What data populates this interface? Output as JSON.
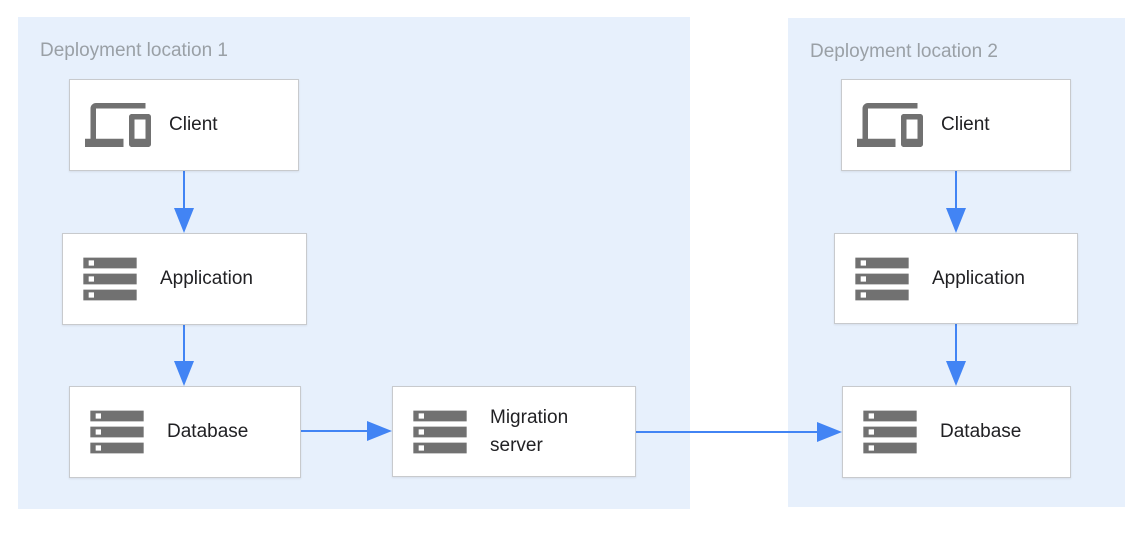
{
  "regions": {
    "r1": {
      "label": "Deployment location 1"
    },
    "r2": {
      "label": "Deployment location 2"
    }
  },
  "nodes": {
    "client1": {
      "label": "Client",
      "icon": "devices-icon"
    },
    "app1": {
      "label": "Application",
      "icon": "storage-icon"
    },
    "db1": {
      "label": "Database",
      "icon": "storage-icon"
    },
    "migration": {
      "label": "Migration server",
      "icon": "storage-icon"
    },
    "client2": {
      "label": "Client",
      "icon": "devices-icon"
    },
    "app2": {
      "label": "Application",
      "icon": "storage-icon"
    },
    "db2": {
      "label": "Database",
      "icon": "storage-icon"
    }
  },
  "edges": [
    {
      "from": "Client",
      "to": "Application",
      "region": "Deployment location 1",
      "direction": "down"
    },
    {
      "from": "Application",
      "to": "Database",
      "region": "Deployment location 1",
      "direction": "down"
    },
    {
      "from": "Database",
      "to": "Migration server",
      "region": "Deployment location 1",
      "direction": "right"
    },
    {
      "from": "Migration server",
      "to": "Database",
      "region": "Deployment location 2",
      "direction": "right"
    },
    {
      "from": "Client",
      "to": "Application",
      "region": "Deployment location 2",
      "direction": "down"
    },
    {
      "from": "Application",
      "to": "Database",
      "region": "Deployment location 2",
      "direction": "down"
    }
  ],
  "colors": {
    "region_bg": "#E7F0FC",
    "node_bg": "#FFFFFF",
    "node_border": "#C8CACD",
    "arrow_blue": "#4284F4",
    "icon_gray": "#717171",
    "region_label_gray": "#9AA0A6",
    "node_text": "#212124"
  }
}
